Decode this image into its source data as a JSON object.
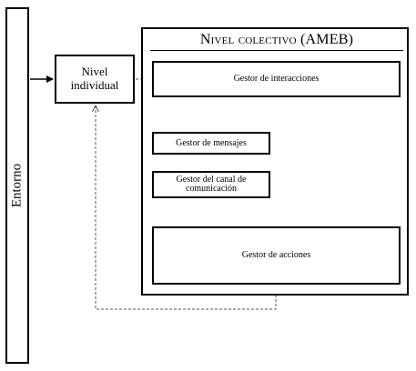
{
  "diagram": {
    "entorno": {
      "label": "Entorno"
    },
    "nivel_individual": {
      "label": "Nivel individual"
    },
    "nivel_colectivo": {
      "title": "Nivel colectivo (AMEB)"
    },
    "gestor_interacciones": {
      "label": "Gestor de interacciones"
    },
    "gestor_mensajes": {
      "label": "Gestor de mensajes"
    },
    "gestor_canal": {
      "label": "Gestor del canal de comunicación"
    },
    "gestor_acciones": {
      "label": "Gestor de acciones"
    }
  }
}
